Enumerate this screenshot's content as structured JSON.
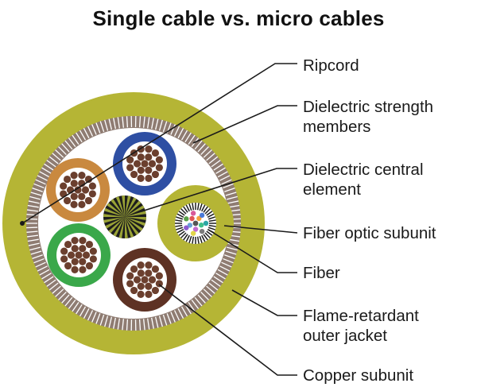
{
  "title": "Single cable vs. micro cables",
  "colors": {
    "outer_jacket": "#b5b535",
    "ripcord_ring": "#8f7c72",
    "fiber_subunit": "#b5b535",
    "copper_subunit_tan": "#c9893f",
    "copper_subunit_blue": "#2e4fa3",
    "copper_subunit_green": "#3aa84a",
    "copper_subunit_maroon": "#5e3224",
    "copper_wire": "#6b3f2e",
    "leader_line": "#1a1a1a"
  },
  "labels": {
    "ripcord": [
      "Ripcord"
    ],
    "dielectric_strength_members": [
      "Dielectric strength",
      "members"
    ],
    "dielectric_central_element": [
      "Dielectric central",
      "element"
    ],
    "fiber_optic_subunit": [
      "Fiber optic subunit"
    ],
    "fiber": [
      "Fiber"
    ],
    "flame_retardant_outer_jacket": [
      "Flame-retardant",
      "outer jacket"
    ],
    "copper_subunit": [
      "Copper subunit"
    ]
  }
}
